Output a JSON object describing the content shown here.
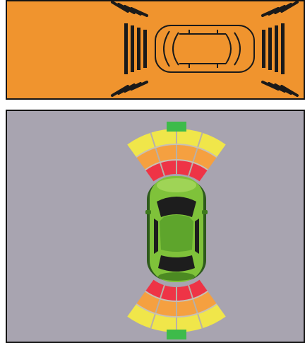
{
  "lcd_display": {
    "background_color": "#f0942e",
    "segment_color": "#1a1a1a",
    "car_icon": "car-top-outline-icon",
    "front_sensor_arcs": 4,
    "rear_sensor_arcs": 4
  },
  "radar_display": {
    "background_color": "#a8a4b0",
    "car_icon": "green-car-top-view-icon",
    "zone_colors": {
      "far": "#f0e64a",
      "mid": "#f5a040",
      "near": "#ee3446",
      "center": "#3dbb4a"
    },
    "front_sensor_columns": 4,
    "rear_sensor_columns": 4
  }
}
